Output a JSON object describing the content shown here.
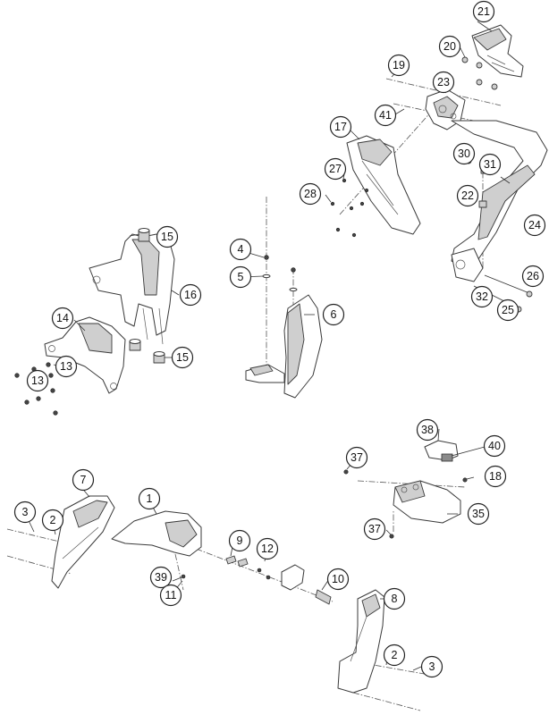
{
  "callouts": [
    {
      "id": "c21",
      "label": "21"
    },
    {
      "id": "c20",
      "label": "20"
    },
    {
      "id": "c19",
      "label": "19"
    },
    {
      "id": "c23",
      "label": "23"
    },
    {
      "id": "c41",
      "label": "41"
    },
    {
      "id": "c17",
      "label": "17"
    },
    {
      "id": "c30",
      "label": "30"
    },
    {
      "id": "c31",
      "label": "31"
    },
    {
      "id": "c27",
      "label": "27"
    },
    {
      "id": "c22",
      "label": "22"
    },
    {
      "id": "c28",
      "label": "28"
    },
    {
      "id": "c24",
      "label": "24"
    },
    {
      "id": "c15a",
      "label": "15"
    },
    {
      "id": "c4",
      "label": "4"
    },
    {
      "id": "c16",
      "label": "16"
    },
    {
      "id": "c5",
      "label": "5"
    },
    {
      "id": "c26",
      "label": "26"
    },
    {
      "id": "c32",
      "label": "32"
    },
    {
      "id": "c25",
      "label": "25"
    },
    {
      "id": "c14",
      "label": "14"
    },
    {
      "id": "c6",
      "label": "6"
    },
    {
      "id": "c15b",
      "label": "15"
    },
    {
      "id": "c13a",
      "label": "13"
    },
    {
      "id": "c13b",
      "label": "13"
    },
    {
      "id": "c38",
      "label": "38"
    },
    {
      "id": "c40",
      "label": "40"
    },
    {
      "id": "c37a",
      "label": "37"
    },
    {
      "id": "c18",
      "label": "18"
    },
    {
      "id": "c7",
      "label": "7"
    },
    {
      "id": "c1",
      "label": "1"
    },
    {
      "id": "c3a",
      "label": "3"
    },
    {
      "id": "c35",
      "label": "35"
    },
    {
      "id": "c2a",
      "label": "2"
    },
    {
      "id": "c37b",
      "label": "37"
    },
    {
      "id": "c9",
      "label": "9"
    },
    {
      "id": "c12",
      "label": "12"
    },
    {
      "id": "c39",
      "label": "39"
    },
    {
      "id": "c10",
      "label": "10"
    },
    {
      "id": "c11",
      "label": "11"
    },
    {
      "id": "c8",
      "label": "8"
    },
    {
      "id": "c2b",
      "label": "2"
    },
    {
      "id": "c3b",
      "label": "3"
    }
  ]
}
